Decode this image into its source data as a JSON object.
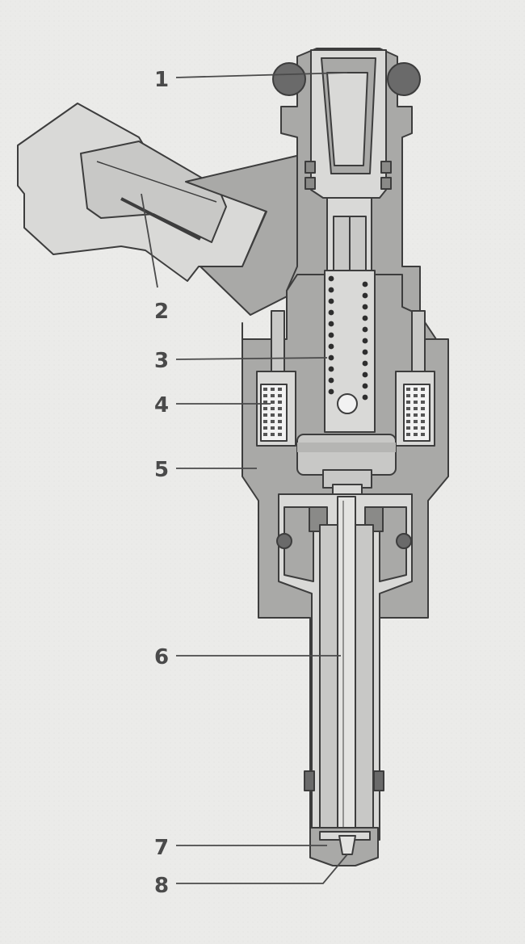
{
  "colors": {
    "background": "#e9e9e7",
    "housing": "#a9a9a7",
    "inner": "#c8c8c6",
    "light": "#d9d9d7",
    "outline": "#3d3d3d",
    "label": "#4a4a4a",
    "coil": "#f2f2f2",
    "oring": "#6a6a6a"
  },
  "labels": [
    {
      "id": "1",
      "text": "1"
    },
    {
      "id": "2",
      "text": "2"
    },
    {
      "id": "3",
      "text": "3"
    },
    {
      "id": "4",
      "text": "4"
    },
    {
      "id": "5",
      "text": "5"
    },
    {
      "id": "6",
      "text": "6"
    },
    {
      "id": "7",
      "text": "7"
    },
    {
      "id": "8",
      "text": "8"
    }
  ]
}
